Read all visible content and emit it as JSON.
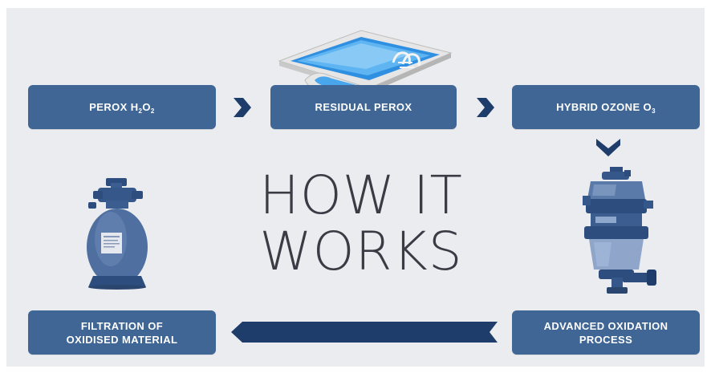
{
  "diagram": {
    "title_line1": "HOW IT",
    "title_line2": "WORKS",
    "steps": [
      {
        "id": "perox",
        "label_main": "PEROX H",
        "sub1": "2",
        "mid": "O",
        "sub2": "2"
      },
      {
        "id": "residual",
        "label": "RESIDUAL PEROX"
      },
      {
        "id": "ozone",
        "label_main": "HYBRID OZONE O",
        "sub1": "3"
      },
      {
        "id": "advanced",
        "line1": "ADVANCED OXIDATION",
        "line2": "PROCESS"
      },
      {
        "id": "filtration",
        "line1": "FILTRATION OF",
        "line2": "OXIDISED MATERIAL"
      }
    ],
    "colors": {
      "box": "#3f6694",
      "arrow": "#1f3d6b",
      "background": "#ebecef",
      "title": "#3b3b45"
    },
    "images": [
      "pool-illustration",
      "sand-filter-tank",
      "ozone-generator-unit"
    ]
  }
}
